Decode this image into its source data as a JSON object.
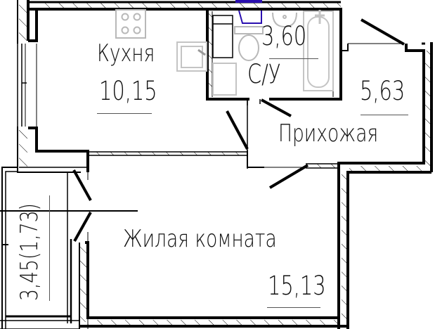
{
  "plan": {
    "type": "apartment floor plan",
    "rooms": [
      {
        "id": "kitchen",
        "name": "Кухня",
        "area": "10,15"
      },
      {
        "id": "bathroom",
        "name": "С/У",
        "area": "3,60"
      },
      {
        "id": "hallway",
        "name": "Прихожая",
        "area": "5,63"
      },
      {
        "id": "living",
        "name": "Жилая комната",
        "area": "15,13"
      },
      {
        "id": "balcony",
        "name": "",
        "area": "3,45(1,73)"
      }
    ],
    "colors": {
      "wall": "#000000",
      "fixture": "#b8b8b8",
      "accent": "#2a0fb0",
      "text": "#111111"
    }
  }
}
